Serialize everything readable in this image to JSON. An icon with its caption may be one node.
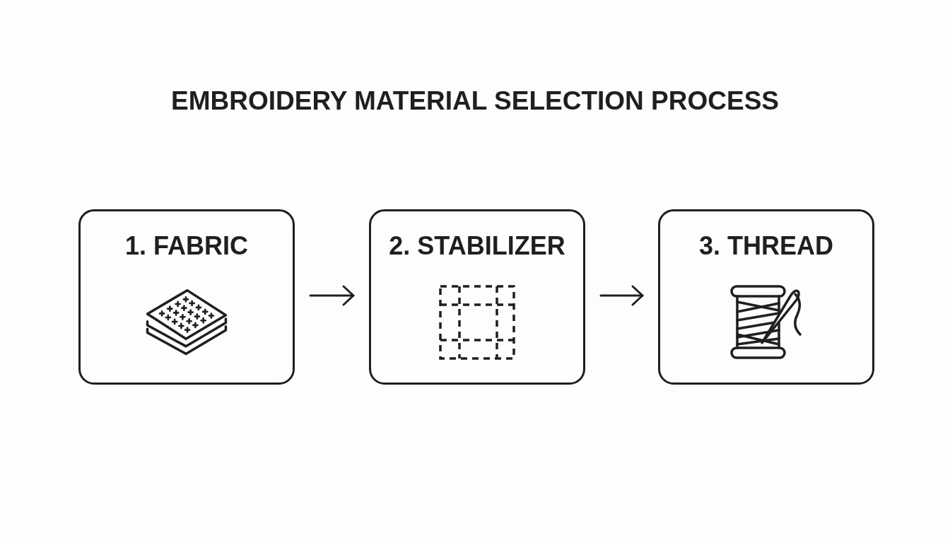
{
  "diagram": {
    "title": "EMBROIDERY MATERIAL SELECTION PROCESS",
    "nodes": [
      {
        "text": [
          "1. FABRIC"
        ]
      },
      {
        "text": [
          "2. STABILIZER"
        ]
      },
      {
        "text": [
          "3. THREAD"
        ]
      }
    ],
    "edges": [
      {
        "from": 0,
        "to": 1,
        "arrow": "to"
      },
      {
        "from": 1,
        "to": 2,
        "arrow": "to"
      }
    ]
  }
}
